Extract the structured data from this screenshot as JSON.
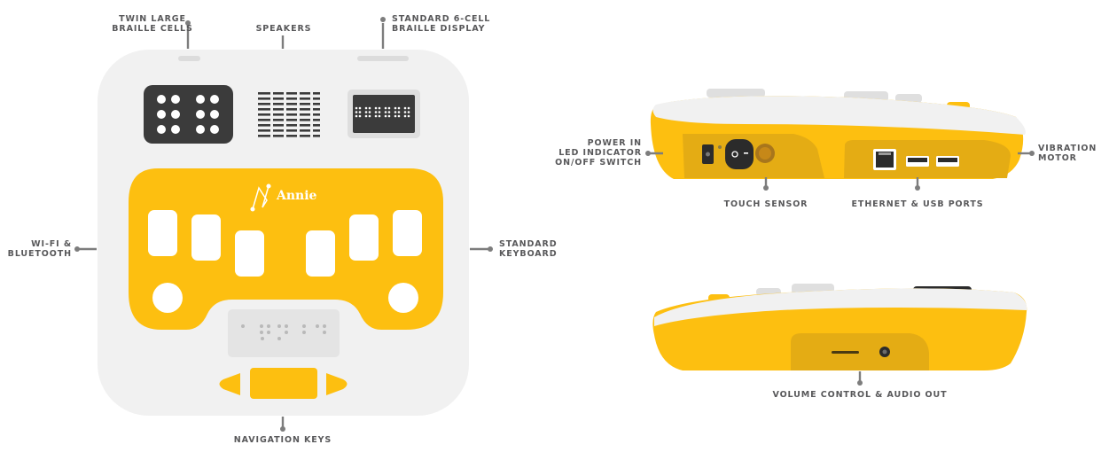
{
  "colors": {
    "device_body": "#f1f1f1",
    "accent": "#fdbf10",
    "accent_shadow": "#e8a90e",
    "panel_shade": "#dba216",
    "dark": "#3b3b3b",
    "label_text": "#58585a",
    "leader_line": "#7d7d7d"
  },
  "brand": {
    "name": "Annie",
    "logo_icon": "annie-logo-icon"
  },
  "labels": {
    "twin_cells": [
      "TWIN LARGE",
      "BRAILLE CELLS"
    ],
    "speakers": "SPEAKERS",
    "braille_display": [
      "STANDARD 6-CELL",
      "BRAILLE DISPLAY"
    ],
    "wifi": [
      "WI-FI &",
      "BLUETOOTH"
    ],
    "keyboard": [
      "STANDARD",
      "KEYBOARD"
    ],
    "navigation": "NAVIGATION KEYS",
    "power": [
      "POWER IN",
      "LED INDICATOR",
      "ON/OFF SWITCH"
    ],
    "touch": "TOUCH SENSOR",
    "ports": "ETHERNET & USB PORTS",
    "vibration": [
      "VIBRATION",
      "MOTOR"
    ],
    "volume": "VOLUME CONTROL & AUDIO OUT"
  }
}
